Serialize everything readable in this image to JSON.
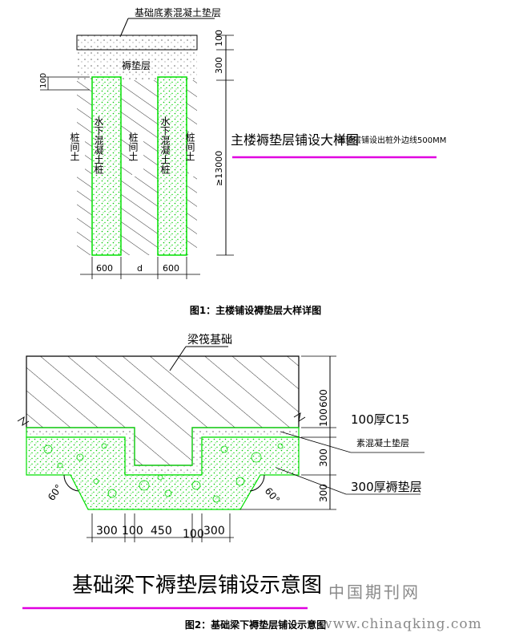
{
  "figure1": {
    "top_label": "基础底素混凝土垫层",
    "cushion_label": "褥垫层",
    "dim_100_top": "100",
    "dim_300": "300",
    "dim_100_left": "100",
    "dim_3000": "≥13000",
    "pile_label": "水下混凝土桩",
    "soil_label": "桩间土",
    "dim_bottom": [
      "600",
      "d",
      "600"
    ],
    "title": "主楼褥垫层铺设大样图",
    "note": "褥垫层铺设出桩外边线500MM",
    "caption": "图1：主楼铺设褥垫层大样详图"
  },
  "figure2": {
    "raft_label": "梁筏基础",
    "dim_right": [
      "600",
      "100",
      "300",
      "300"
    ],
    "label_c15": "100厚C15",
    "label_concrete": "素混凝土垫层",
    "label_cushion": "300厚褥垫层",
    "angle_left": "60°",
    "angle_right": "60°",
    "dim_bottom": [
      "300",
      "100",
      "450",
      "100",
      "300"
    ],
    "title": "基础梁下褥垫层铺设示意图",
    "caption": "图2：基础梁下褥垫层铺设示意图"
  },
  "watermark": {
    "cn": "中国期刊网",
    "url": "www.chinaqking.com"
  },
  "colors": {
    "green": "#00e000",
    "magenta": "#e000e0",
    "line": "#000000"
  }
}
